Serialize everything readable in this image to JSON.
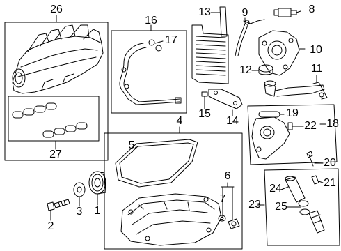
{
  "callouts": {
    "c1": "1",
    "c2": "2",
    "c3": "3",
    "c4": "4",
    "c5": "5",
    "c6": "6",
    "c7": "7",
    "c8": "8",
    "c9": "9",
    "c10": "10",
    "c11": "11",
    "c12": "12",
    "c13": "13",
    "c14": "14",
    "c15": "15",
    "c16": "16",
    "c17": "17",
    "c18": "18",
    "c19": "19",
    "c20": "20",
    "c21": "21",
    "c22": "22",
    "c23": "23",
    "c24": "24",
    "c25": "25",
    "c26": "26",
    "c27": "27"
  },
  "colors": {
    "line": "#000000",
    "background": "#ffffff"
  }
}
